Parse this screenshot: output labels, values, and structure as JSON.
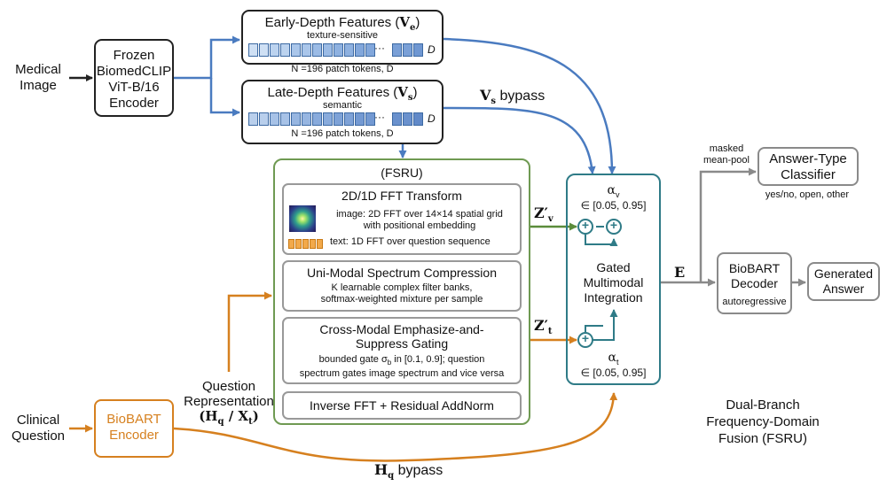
{
  "input_image_label": [
    "Medical",
    "Image"
  ],
  "input_question_label": [
    "Clinical",
    "Question"
  ],
  "encoder": [
    "Frozen",
    "BiomedCLIP",
    "ViT-B/16",
    "Encoder"
  ],
  "early": {
    "title": "Early-Depth Features (",
    "symbol": "V",
    "sub": "e",
    "close": ")",
    "desc": "texture-sensitive",
    "dots": "···",
    "dim": "D",
    "caption": "N =196 patch tokens, D"
  },
  "late": {
    "title": "Late-Depth Features (",
    "symbol": "V",
    "sub": "s",
    "close": ")",
    "desc": "semantic",
    "dots": "···",
    "dim": "D",
    "caption": "N =196 patch tokens, D"
  },
  "vs_bypass": {
    "symbol": "V",
    "sub": "s",
    "text": " bypass"
  },
  "fsru": {
    "title": "(FSRU)",
    "fft_title": "2D/1D FFT Transform",
    "fft_image": [
      "image: 2D FFT over 14×14 spatial grid",
      "with positional embedding"
    ],
    "fft_text": "text: 1D FFT over question sequence",
    "compress_title": "Uni-Modal Spectrum Compression",
    "compress_desc": [
      "K learnable complex filter banks,",
      "softmax-weighted mixture per sample"
    ],
    "gating_title": [
      "Cross-Modal Emphasize-and-",
      "Suppress Gating"
    ],
    "gating_desc1_pre": "bounded gate σ",
    "gating_desc1_sub": "b",
    "gating_desc1_post": " in [0.1, 0.9]; question",
    "gating_desc2": "spectrum gates image spectrum and vice versa",
    "inverse": "Inverse FFT + Residual AddNorm"
  },
  "zv": {
    "symbol": "Z′",
    "sub": "v"
  },
  "zt": {
    "symbol": "Z′",
    "sub": "t"
  },
  "gated": {
    "alpha_v": "α",
    "alpha_v_sub": "v",
    "range_v": "∈ [0.05, 0.95]",
    "title": [
      "Gated",
      "Multimodal",
      "Integration"
    ],
    "alpha_t": "α",
    "alpha_t_sub": "t",
    "range_t": "∈ [0.05, 0.95]",
    "plus": "+"
  },
  "E": "E",
  "classifier": {
    "title": [
      "Answer-Type",
      "Classifier"
    ],
    "desc": "yes/no, open, other",
    "pool": [
      "masked",
      "mean-pool"
    ]
  },
  "decoder": {
    "title": [
      "BioBART",
      "Decoder"
    ],
    "desc": "autoregressive"
  },
  "answer": [
    "Generated",
    "Answer"
  ],
  "biobart_encoder": [
    "BioBART",
    "Encoder"
  ],
  "question_rep": {
    "lines": [
      "Question",
      "Representation"
    ],
    "H": "H",
    "Hsub": "q",
    "slash": " / ",
    "X": "X",
    "Xsub": "t"
  },
  "hq_bypass": {
    "symbol": "H",
    "sub": "q",
    "text": " bypass"
  },
  "caption": [
    "Dual-Branch",
    "Frequency-Domain",
    "Fusion (FSRU)"
  ],
  "colors": {
    "blue": "#4a7bc0",
    "green": "#5b8c3a",
    "orange": "#d6801f",
    "gray": "#8a8a8a",
    "teal": "#2f7b87"
  }
}
